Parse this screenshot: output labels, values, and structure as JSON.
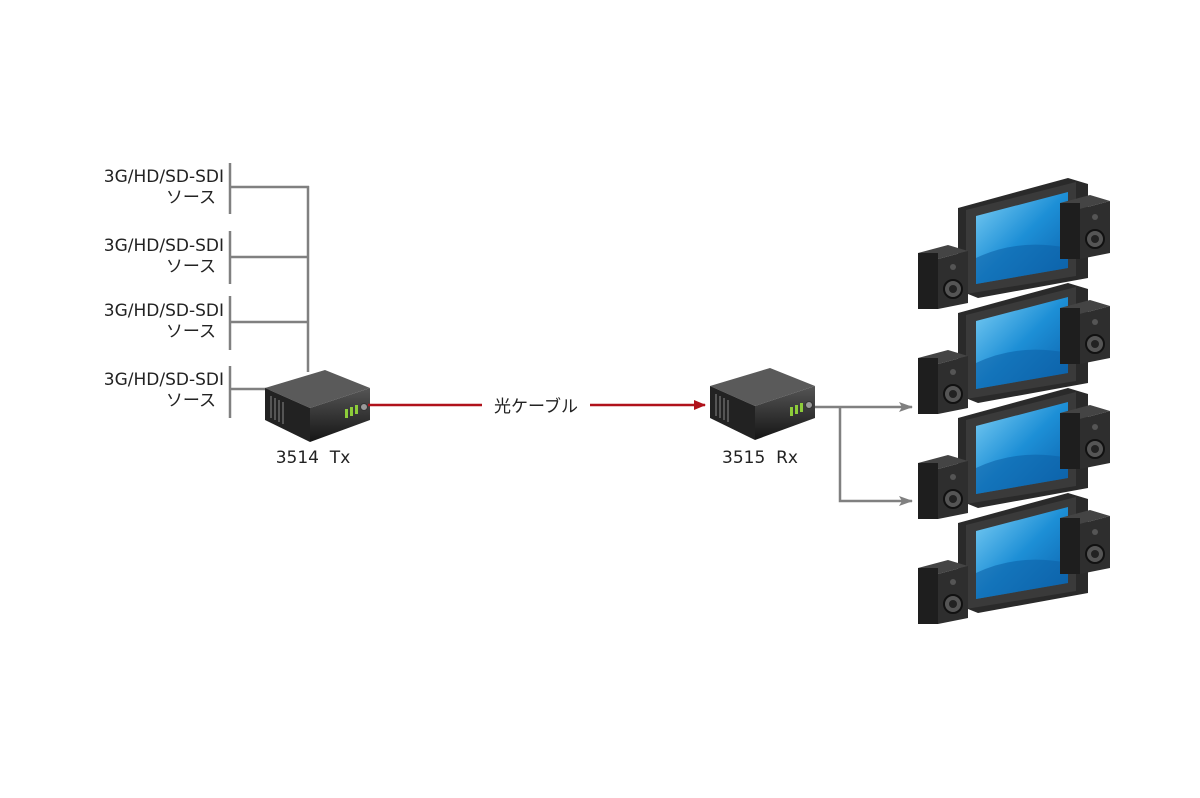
{
  "sources": [
    {
      "line1": "3G/HD/SD-SDI",
      "line2": "ソース"
    },
    {
      "line1": "3G/HD/SD-SDI",
      "line2": "ソース"
    },
    {
      "line1": "3G/HD/SD-SDI",
      "line2": "ソース"
    },
    {
      "line1": "3G/HD/SD-SDI",
      "line2": "ソース"
    }
  ],
  "transmitter": {
    "label": "3514  Tx"
  },
  "receiver": {
    "label": "3515  Rx"
  },
  "link": {
    "label": "光ケーブル",
    "color": "#b0121b"
  },
  "output_line_color": "#808080",
  "displays": {
    "count": 4,
    "icon": "monitor-with-speakers-icon"
  }
}
